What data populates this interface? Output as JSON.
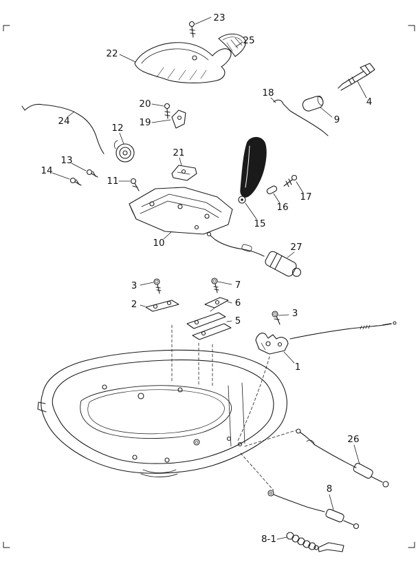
{
  "page": {
    "background": "#ffffff",
    "ink_color": "#1a1a1a"
  },
  "diagram": {
    "callouts": {
      "c1": "1",
      "c2": "2",
      "c3a": "3",
      "c3b": "3",
      "c4": "4",
      "c5": "5",
      "c6": "6",
      "c7": "7",
      "c8": "8",
      "c81": "8-1",
      "c9": "9",
      "c10": "10",
      "c11": "11",
      "c12": "12",
      "c13": "13",
      "c14": "14",
      "c15": "15",
      "c16": "16",
      "c17": "17",
      "c18": "18",
      "c19": "19",
      "c20": "20",
      "c21": "21",
      "c22": "22",
      "c23": "23",
      "c24": "24",
      "c25": "25",
      "c26": "26",
      "c27": "27"
    }
  }
}
